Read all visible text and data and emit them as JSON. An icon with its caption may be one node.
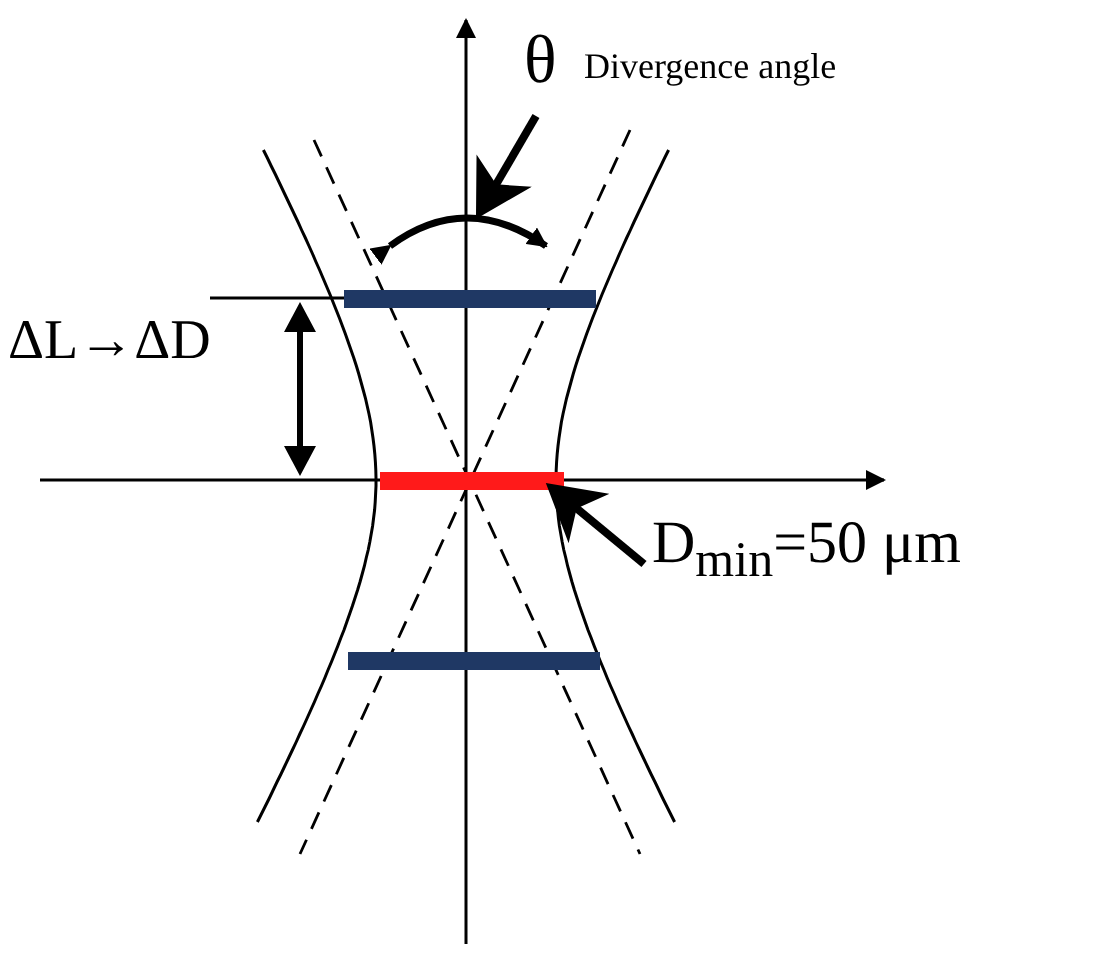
{
  "diagram": {
    "nodes": [
      {
        "text": [
          "θ",
          "Divergence angle"
        ]
      },
      {
        "text": [],
        "shape": "arc"
      },
      {
        "text": [
          "D$_{min}$=50 μm"
        ]
      },
      {
        "text": [],
        "shape": "bar"
      }
    ],
    "edges": [
      {
        "from": 0,
        "to": 1,
        "arrow": "to"
      },
      {
        "from": 2,
        "to": 3,
        "arrow": "to"
      }
    ],
    "labels": [
      "ΔL→ΔD"
    ]
  }
}
